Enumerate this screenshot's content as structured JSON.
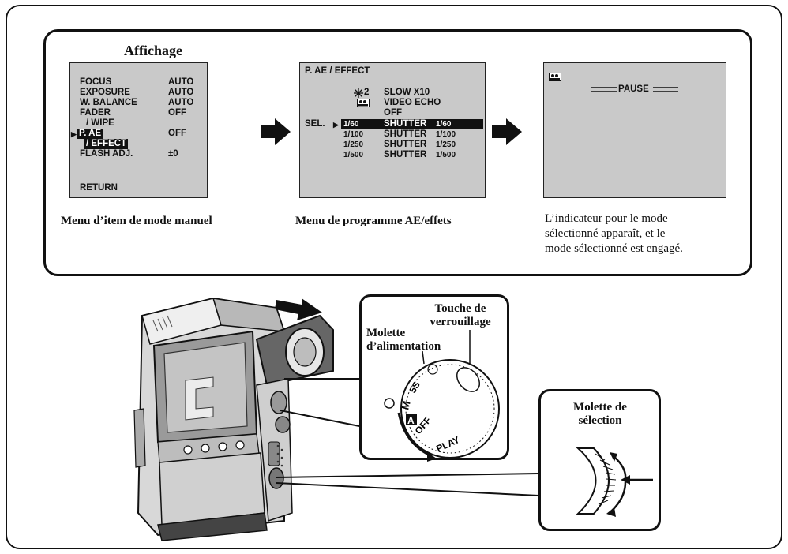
{
  "display_title": "Affichage",
  "menu1": {
    "rows": [
      {
        "item": "FOCUS",
        "value": "AUTO"
      },
      {
        "item": "EXPOSURE",
        "value": "AUTO"
      },
      {
        "item": "W. BALANCE",
        "value": "AUTO"
      },
      {
        "item": "FADER",
        "value": "OFF"
      },
      {
        "item": "/ WIPE",
        "value": ""
      },
      {
        "item": "P. AE",
        "value": "OFF"
      },
      {
        "item": "/ EFFECT",
        "value": ""
      },
      {
        "item": "FLASH ADJ.",
        "value": "±0"
      }
    ],
    "return_label": "RETURN",
    "caption": "Menu d’item de mode manuel"
  },
  "menu2": {
    "header": "P. AE / EFFECT",
    "sel_label": "SEL.",
    "rows": [
      {
        "left": "2",
        "right": "SLOW X10",
        "small": ""
      },
      {
        "left": "",
        "right": "VIDEO ECHO",
        "small": ""
      },
      {
        "left": "",
        "right": "OFF",
        "small": ""
      },
      {
        "left": "1/60",
        "right": "SHUTTER",
        "small": "1/60"
      },
      {
        "left": "1/100",
        "right": "SHUTTER",
        "small": "1/100"
      },
      {
        "left": "1/250",
        "right": "SHUTTER",
        "small": "1/250"
      },
      {
        "left": "1/500",
        "right": "SHUTTER",
        "small": "1/500"
      }
    ],
    "caption": "Menu de programme AE/effets"
  },
  "screen3": {
    "pause_label": "PAUSE",
    "caption_lines": [
      "L’indicateur pour le mode",
      "sélectionné apparaît, et le",
      "mode sélectionné est engagé."
    ]
  },
  "power_dial_callout": {
    "lock_label": [
      "Touche de",
      "verrouillage"
    ],
    "dial_label": [
      "Molette",
      "d’alimentation"
    ],
    "dial_marks": [
      "5S",
      "M",
      "A",
      "OFF",
      "PLAY"
    ]
  },
  "select_dial_callout": {
    "label": [
      "Molette de",
      "sélection"
    ]
  }
}
